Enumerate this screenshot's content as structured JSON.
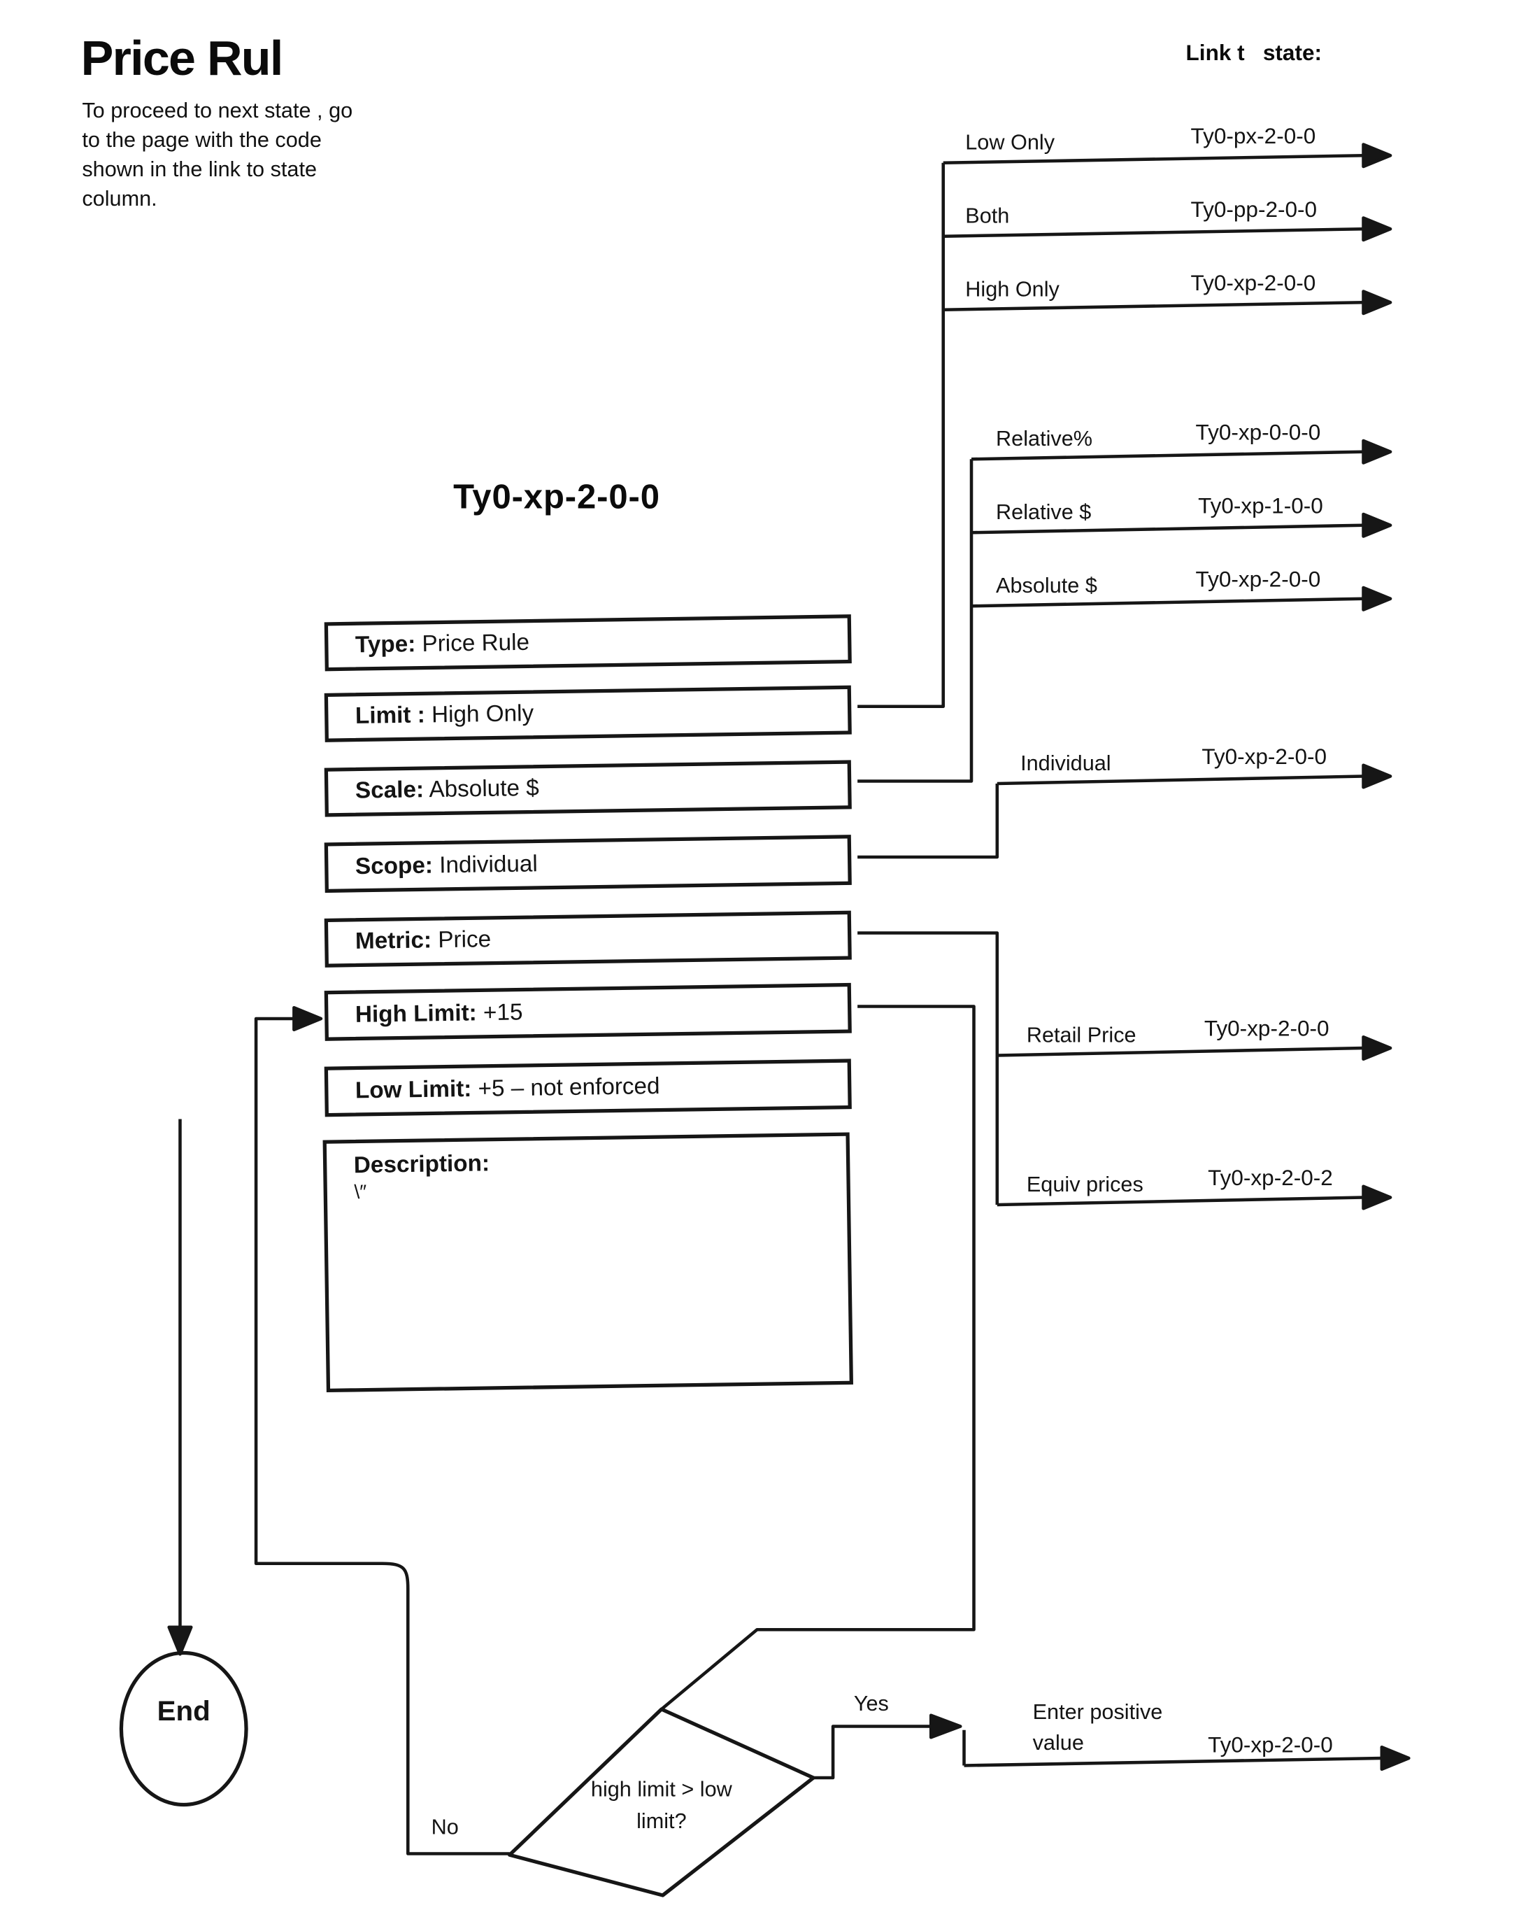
{
  "page": {
    "title": "Price Rul",
    "instructions_lines": [
      "To proceed to next state , go",
      "to the page with the code",
      "shown in the link to state",
      "column."
    ],
    "link_header": "Link t   state:"
  },
  "state_title": "Ty0-xp-2-0-0",
  "fields": [
    {
      "label": "Type:",
      "value": " Price Rule"
    },
    {
      "label": "Limit :",
      "value": " High Only"
    },
    {
      "label": "Scale:",
      "value": " Absolute $"
    },
    {
      "label": "Scope:",
      "value": " Individual"
    },
    {
      "label": "Metric:",
      "value": " Price"
    },
    {
      "label": "High Limit:",
      "value": " +15"
    },
    {
      "label": "Low Limit:",
      "value": " +5 – not enforced"
    },
    {
      "label": "Description:",
      "value": "\\″"
    }
  ],
  "links": [
    {
      "label": "Low Only",
      "code": "Ty0-px-2-0-0"
    },
    {
      "label": "Both",
      "code": "Ty0-pp-2-0-0"
    },
    {
      "label": "High Only",
      "code": "Ty0-xp-2-0-0"
    },
    {
      "label": "Relative%",
      "code": "Ty0-xp-0-0-0"
    },
    {
      "label": "Relative $",
      "code": "Ty0-xp-1-0-0"
    },
    {
      "label": "Absolute $",
      "code": "Ty0-xp-2-0-0"
    },
    {
      "label": "Individual",
      "code": "Ty0-xp-2-0-0"
    },
    {
      "label": "Retail Price",
      "code": "Ty0-xp-2-0-0"
    },
    {
      "label": "Equiv prices",
      "code": "Ty0-xp-2-0-2"
    },
    {
      "label": "Enter positive value",
      "code": "Ty0-xp-2-0-0"
    }
  ],
  "decision": {
    "question": "high limit > low limit?",
    "yes_label": "Yes",
    "no_label": "No"
  },
  "terminal": {
    "end_label": "End"
  },
  "colors": {
    "ink": "#161616",
    "paper": "#ffffff"
  }
}
